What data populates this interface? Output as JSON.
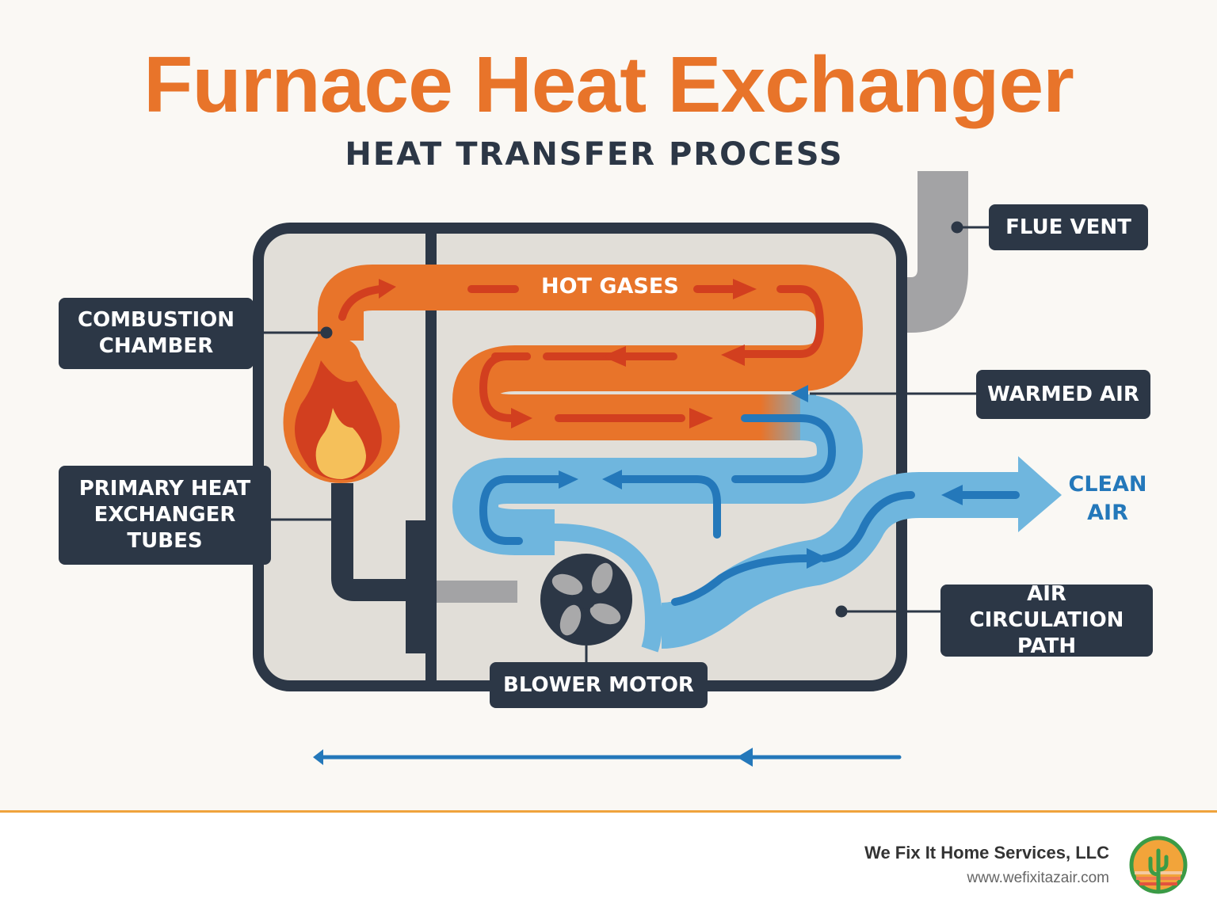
{
  "header": {
    "title": "Furnace Heat Exchanger",
    "subtitle": "HEAT TRANSFER PROCESS"
  },
  "labels": {
    "combustion_chamber": "COMBUSTION CHAMBER",
    "primary_tubes": "PRIMARY HEAT EXCHANGER TUBES",
    "flue_vent": "FLUE VENT",
    "warmed_air": "WARMED AIR",
    "air_circulation": "AIR CIRCULATION PATH",
    "blower_motor": "BLOWER MOTOR"
  },
  "flow_text": {
    "hot_gases": "HOT GASES",
    "clean_air_line1": "CLEAN",
    "clean_air_line2": "AIR"
  },
  "colors": {
    "hot": "#e8742a",
    "hot_arrow": "#d23f1f",
    "cool": "#6fb6de",
    "cool_arrow": "#2478ba",
    "dark": "#2c3746",
    "cabinet": "#e1ded8",
    "accent_line": "#efa33c"
  },
  "footer": {
    "company": "We Fix It Home Services, LLC",
    "url": "www.wefixitazair.com"
  }
}
